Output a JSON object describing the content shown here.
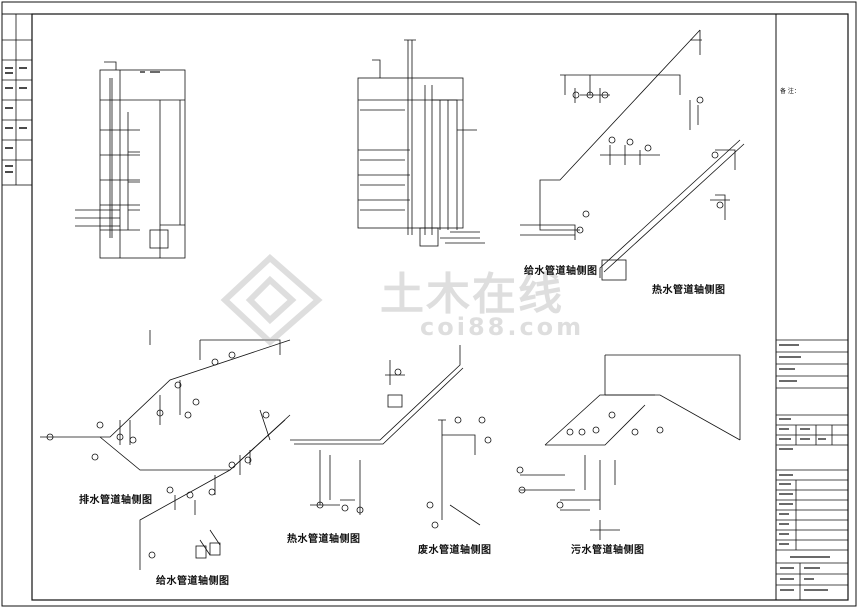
{
  "captions": {
    "water_supply_1": "给水管道轴侧图",
    "hot_water_1": "热水管道轴侧图",
    "drainage": "排水管道轴侧图",
    "water_supply_2": "给水管道轴侧图",
    "hot_water_2": "热水管道轴侧图",
    "waste_water": "废水管道轴侧图",
    "sewage": "污水管道轴侧图"
  },
  "watermark": {
    "main": "土木在线",
    "sub": "coi88.com"
  },
  "title_block": {
    "notes_label": "备 注："
  }
}
